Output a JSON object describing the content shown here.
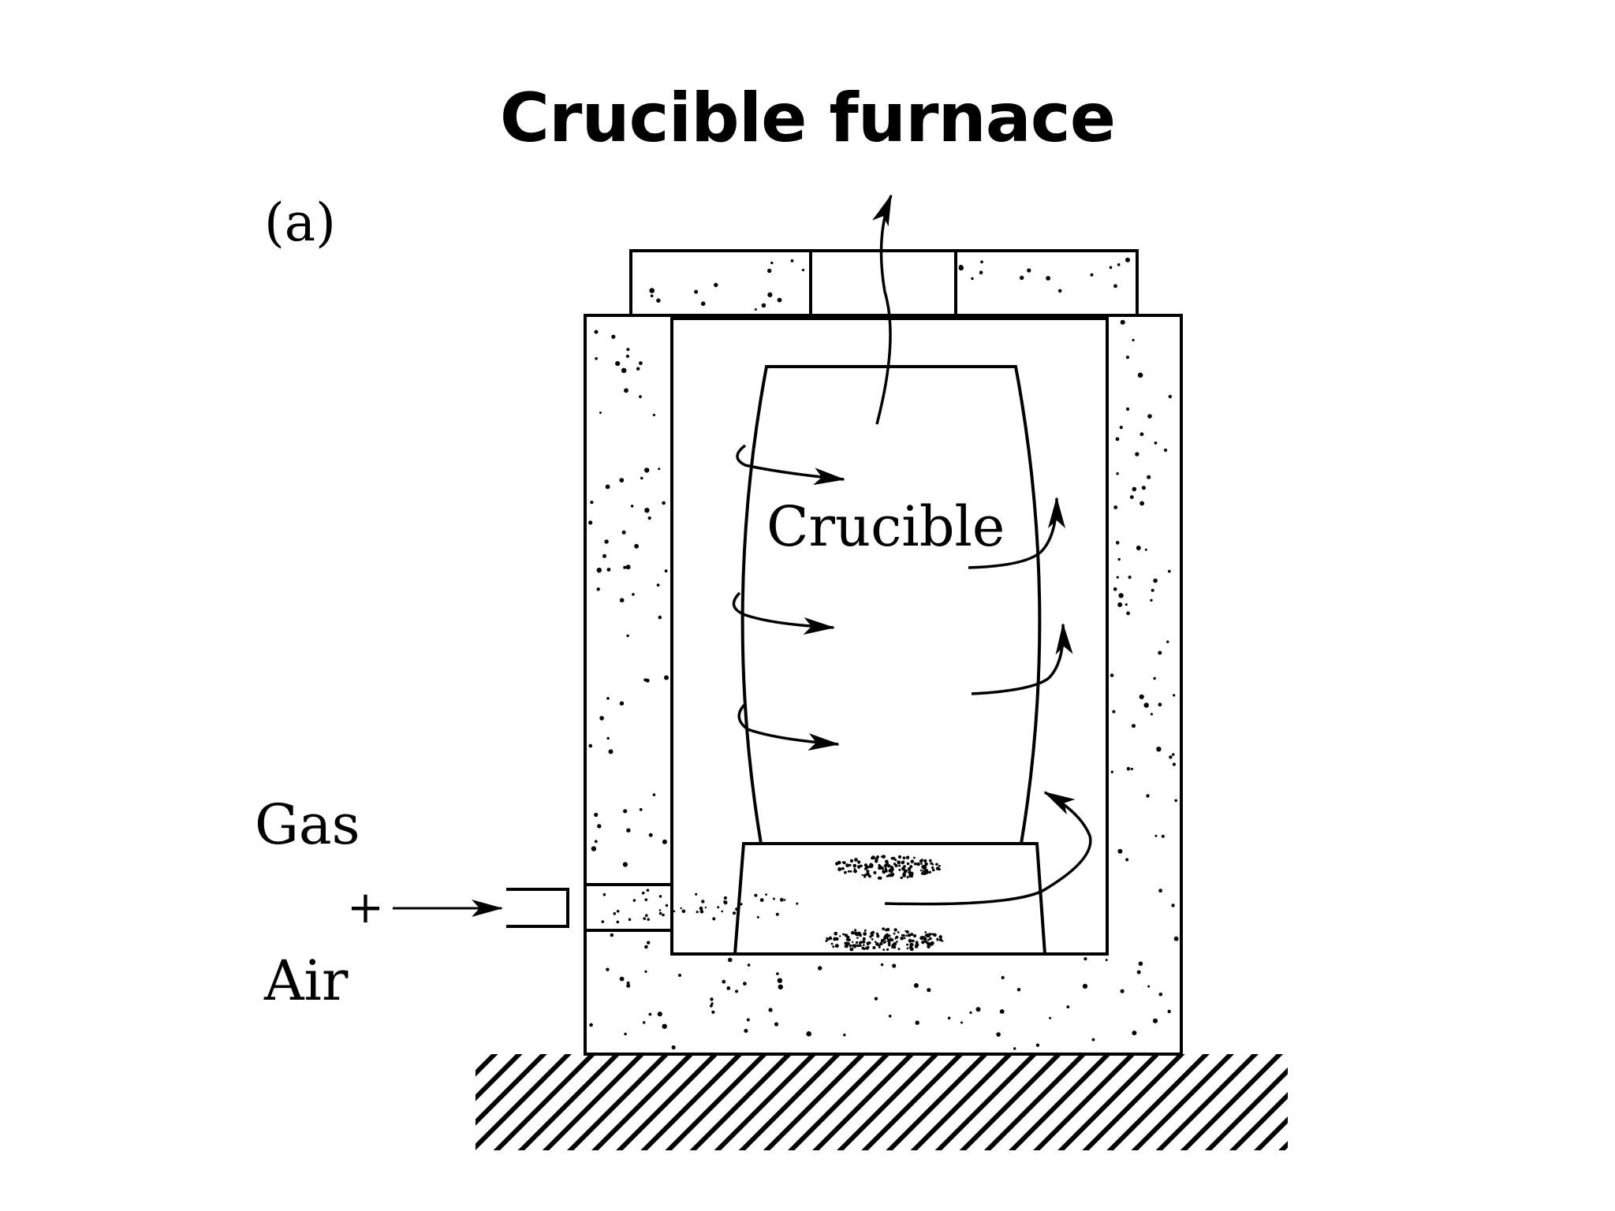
{
  "slide": {
    "title": "Crucible furnace"
  },
  "diagram": {
    "panel_label": "(a)",
    "crucible_label": "Crucible",
    "inlet_label_top": "Gas",
    "inlet_label_plus": "+",
    "inlet_label_bottom": "Air",
    "colors": {
      "line": "#000000",
      "background": "#ffffff"
    }
  }
}
